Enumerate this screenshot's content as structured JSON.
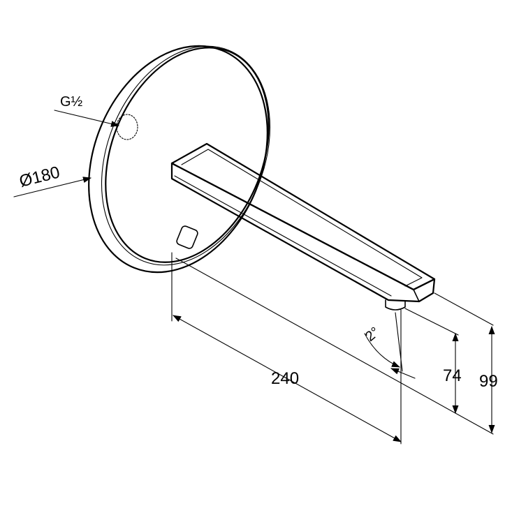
{
  "drawing": {
    "thread_label": "G½",
    "diameter_label": "Ø180",
    "length_label": "240",
    "height_spout_label": "74",
    "height_total_label": "99",
    "angle_label": "2°"
  }
}
